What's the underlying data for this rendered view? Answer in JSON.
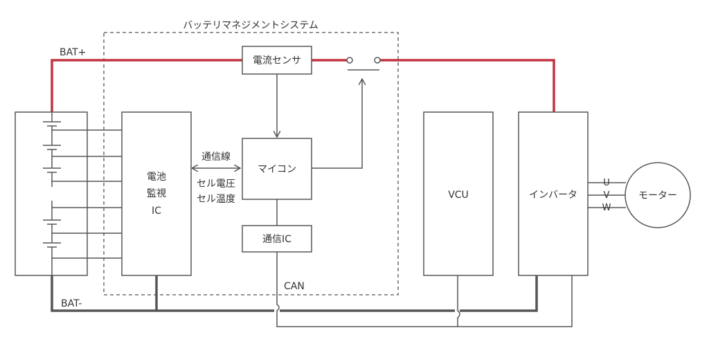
{
  "bms_title": "バッテリマネジメントシステム",
  "bat_plus": "BAT+",
  "bat_minus": "BAT-",
  "current_sensor": "電流センサ",
  "monitor_ic": [
    "電池",
    "監視",
    "IC"
  ],
  "comm_line": "通信線",
  "cell_voltage": "セル電圧",
  "cell_temp": "セル温度",
  "mcu": "マイコン",
  "comm_ic": "通信IC",
  "can": "CAN",
  "vcu": "VCU",
  "inverter": "インバータ",
  "motor": "モーター",
  "phases": [
    "U",
    "V",
    "W"
  ],
  "colors": {
    "bat_plus_line": "#c0343f",
    "line": "#555555",
    "text": "#333333"
  }
}
